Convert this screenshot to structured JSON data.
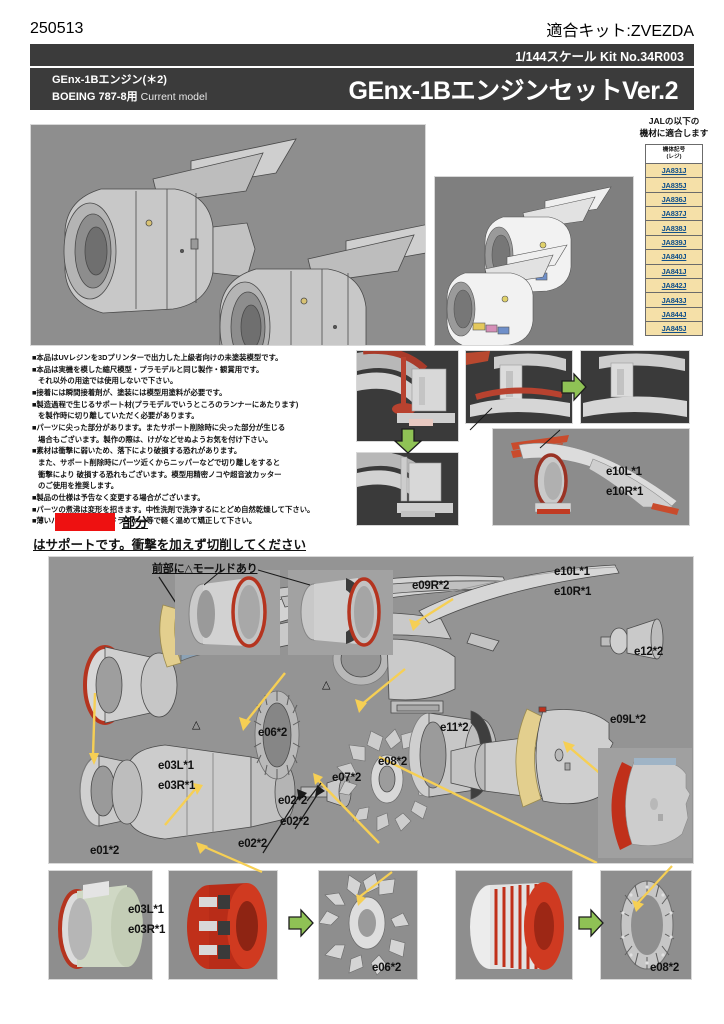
{
  "meta": {
    "doc_number": "250513",
    "compatible_kit": "適合キット:ZVEZDA"
  },
  "header": {
    "scale_line": "1/144スケール  Kit No.34R003",
    "sub_line_1": "GEnx-1Bエンジン(＊2)",
    "sub_line_2_jp": "BOEING 787-8用",
    "sub_line_2_en": "Current model",
    "title": "GEnx-1BエンジンセットVer.2"
  },
  "jal_list": {
    "heading_line_1": "JALの以下の",
    "heading_line_2": "機材に適合します",
    "column_header_line_1": "機体記号",
    "column_header_line_2": "(レジ)",
    "registrations": [
      "JA831J",
      "JA835J",
      "JA836J",
      "JA837J",
      "JA838J",
      "JA839J",
      "JA840J",
      "JA841J",
      "JA842J",
      "JA843J",
      "JA844J",
      "JA845J"
    ]
  },
  "notes": [
    {
      "text": "■本品はUVレジンを3Dプリンターで出力した上級者向けの未塗装模型です。",
      "indent": false
    },
    {
      "text": "■本品は実機を模した縮尺模型・プラモデルと同じ製作・観賞用です。",
      "indent": false
    },
    {
      "text": "それ以外の用途では使用しないで下さい。",
      "indent": true
    },
    {
      "text": "■接着には瞬間接着剤が、塗装には模型用塗料が必要です。",
      "indent": false
    },
    {
      "text": "■製造過程で生じるサポート材(プラモデルでいうところのランナーにあたります)",
      "indent": false
    },
    {
      "text": "を製作時に切り離していただく必要があります。",
      "indent": true
    },
    {
      "text": "■パーツに尖った部分があります。またサポート削除時に尖った部分が生じる",
      "indent": false
    },
    {
      "text": "場合もございます。製作の際は、けがなどせぬようお気を付け下さい。",
      "indent": true
    },
    {
      "text": "■素材は衝撃に弱いため、落下により破損する恐れがあります。",
      "indent": false
    },
    {
      "text": "また、サポート削除時にパーツ近くからニッパーなどで切り離しをすると",
      "indent": true
    },
    {
      "text": "衝撃により 破損する恐れもございます。模型用精密ノコや超音波カッター",
      "indent": true
    },
    {
      "text": "のご使用を推奨します。",
      "indent": true
    },
    {
      "text": "■製品の仕様は予告なく変更する場合がございます。",
      "indent": false
    },
    {
      "text": "■パーツの煮沸は変形を招きます。中性洗剤で洗浄するにとどめ自然乾燥して下さい。",
      "indent": false
    },
    {
      "text": "■薄いパーツの変形は、ドライヤー等で軽く温めて矯正して下さい。",
      "indent": false
    }
  ],
  "legend": {
    "swatch_color": "#ee1111",
    "swatch_label": "部分",
    "line_2": "はサポートです。衝撃を加えず切削してください"
  },
  "diagram_labels": {
    "mold_note": "前部に△モールドあり",
    "triangle": "△",
    "parts": [
      {
        "id": "e01",
        "text": "e01*2"
      },
      {
        "id": "e02a",
        "text": "e02*2"
      },
      {
        "id": "e02b",
        "text": "e02*2"
      },
      {
        "id": "e02c",
        "text": "e02*2"
      },
      {
        "id": "e03L",
        "text": "e03L*1"
      },
      {
        "id": "e03R",
        "text": "e03R*1"
      },
      {
        "id": "e06",
        "text": "e06*2"
      },
      {
        "id": "e07",
        "text": "e07*2"
      },
      {
        "id": "e08",
        "text": "e08*2"
      },
      {
        "id": "e09R",
        "text": "e09R*2"
      },
      {
        "id": "e09L",
        "text": "e09L*2"
      },
      {
        "id": "e10L",
        "text": "e10L*1"
      },
      {
        "id": "e10R",
        "text": "e10R*1"
      },
      {
        "id": "e11",
        "text": "e11*2"
      },
      {
        "id": "e12",
        "text": "e12*2"
      }
    ]
  },
  "detail_labels": {
    "e10L_top": "e10L*1",
    "e10R_top": "e10R*1"
  },
  "bottom_strip_labels": {
    "e03L": "e03L*1",
    "e03R": "e03R*1",
    "e06": "e06*2",
    "e08": "e08*2"
  },
  "colors": {
    "header_bar": "#3b3b3b",
    "panel_bg": "#8e8e8e",
    "support_red": "#ee1111",
    "reg_cell": "#f5e0a8",
    "reg_text": "#11508a",
    "arrow_green": "#8fc255",
    "leader_yellow": "#f6cf54"
  }
}
